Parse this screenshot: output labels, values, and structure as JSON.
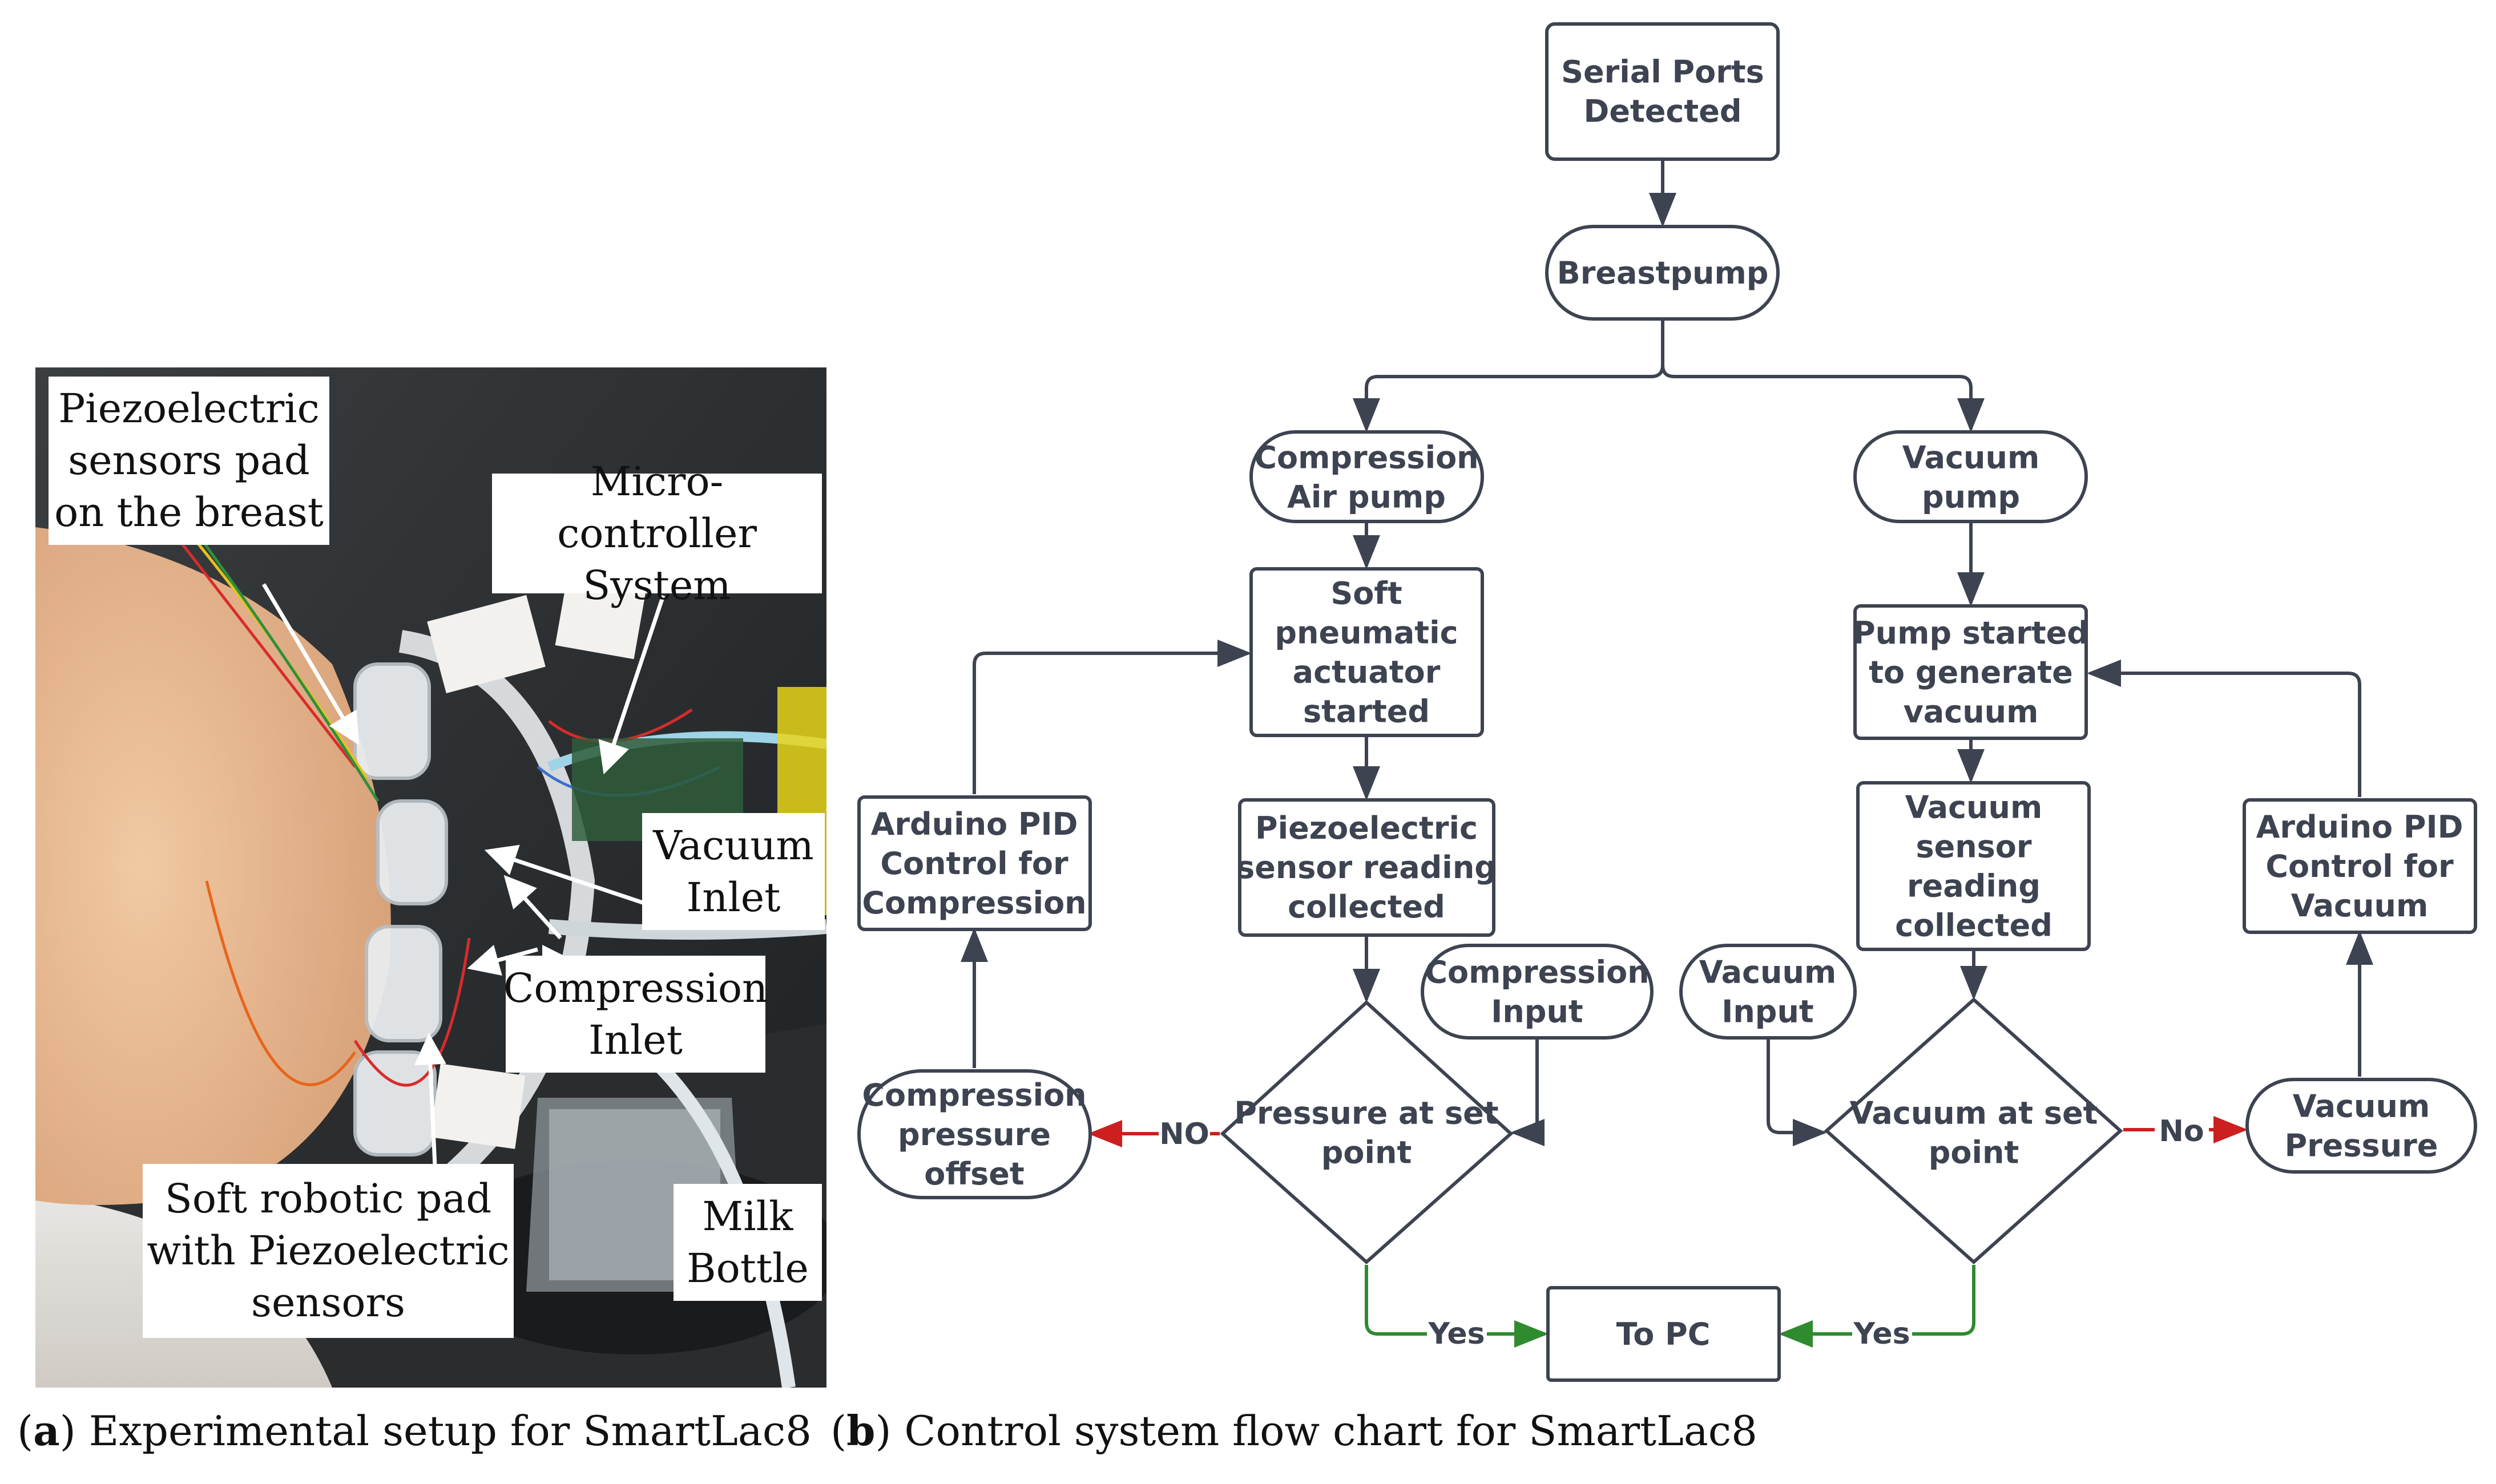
{
  "photo": {
    "callouts": {
      "piezo_pad": "Piezoelectric\nsensors pad\non the breast",
      "micro_controller": "Micro-controller\nSystem",
      "vacuum_inlet": "Vacuum\nInlet",
      "compression_inlet": "Compression\nInlet",
      "soft_pad": "Soft robotic pad\nwith Piezoelectric\nsensors",
      "milk_bottle": "Milk\nBottle"
    }
  },
  "captions": {
    "a_letter": "a",
    "a_text": " Experimental setup for SmartLac8",
    "b_letter": "b",
    "b_text": " Control system flow chart for SmartLac8"
  },
  "flowchart": {
    "nodes": {
      "serial_ports": "Serial Ports\nDetected",
      "breastpump": "Breastpump",
      "compression_air_pump": "Compression\nAir pump",
      "vacuum_pump": "Vacuum\npump",
      "soft_actuator": "Soft\npneumatic\nactuator\nstarted",
      "pump_started": "Pump started\nto generate\nvacuum",
      "piezo_reading": "Piezoelectric\nsensor reading\ncollected",
      "vacuum_reading": "Vacuum\nsensor\nreading\ncollected",
      "pid_compression": "Arduino PID\nControl for\nCompression",
      "pid_vacuum": "Arduino PID\nControl for\nVacuum",
      "compression_input": "Compression\nInput",
      "vacuum_input": "Vacuum\nInput",
      "pressure_decision": "Pressure at set\npoint",
      "vacuum_decision": "Vacuum at set\npoint",
      "compression_offset": "Compression\npressure\noffset",
      "vacuum_pressure": "Vacuum\nPressure",
      "to_pc": "To PC"
    },
    "edge_labels": {
      "no_left": "NO",
      "no_right": "No",
      "yes_left": "Yes",
      "yes_right": "Yes"
    },
    "colors": {
      "line": "#3d4350",
      "no_arrow": "#cc1f1f",
      "yes_arrow": "#2e8b2e"
    }
  }
}
